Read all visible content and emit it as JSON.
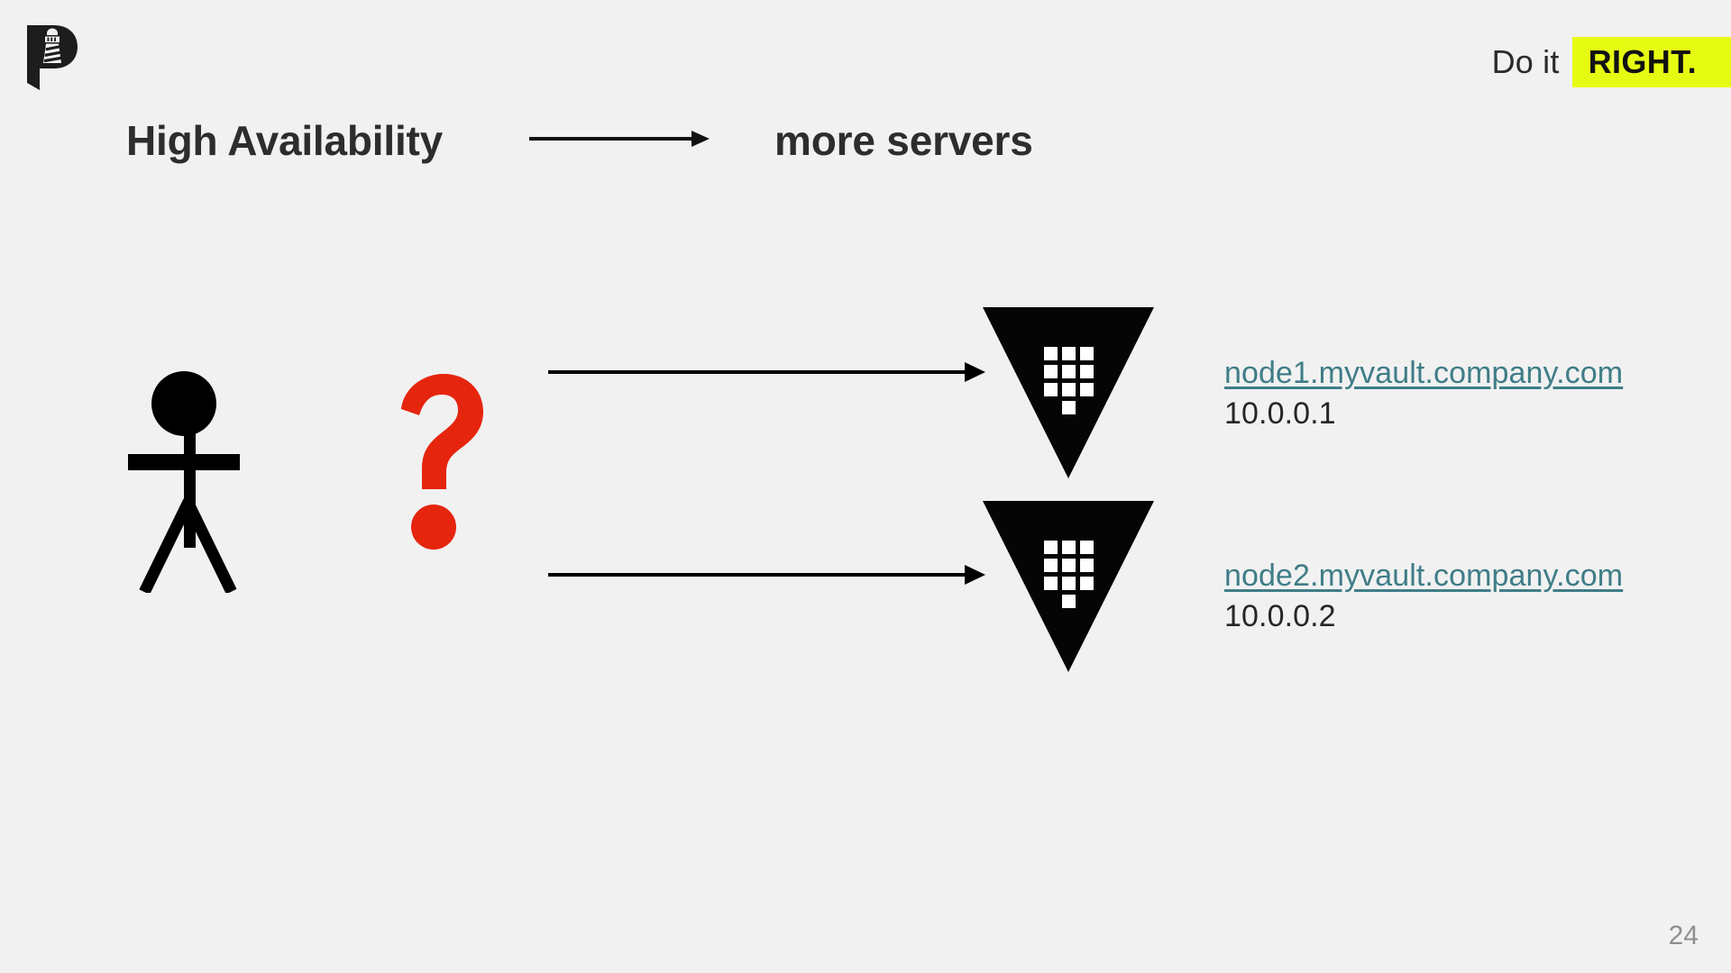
{
  "slide": {
    "page_number": "24",
    "background_color": "#f1f1f1"
  },
  "brand": {
    "logo_icon": "lighthouse-p-logo",
    "logo_color": "#1d1d1d"
  },
  "tagline": {
    "prefix": "Do it",
    "highlight": "RIGHT.",
    "highlight_bg": "#e6fb12",
    "highlight_color": "#111111"
  },
  "headline": {
    "left": "High Availability",
    "arrow_icon": "right-arrow-icon",
    "right": "more servers",
    "color": "#2d2d2d"
  },
  "diagram": {
    "client_icon": "stick-figure-icon",
    "question_icon": "question-mark-icon",
    "question_color": "#e6250f",
    "arrows": [
      {
        "name": "arrow-to-node1",
        "icon": "right-arrow-icon"
      },
      {
        "name": "arrow-to-node2",
        "icon": "right-arrow-icon"
      }
    ],
    "nodes": [
      {
        "icon": "vault-triangle-icon",
        "hostname": "node1.myvault.company.com",
        "ip": "10.0.0.1",
        "link_color": "#3f7d87"
      },
      {
        "icon": "vault-triangle-icon",
        "hostname": "node2.myvault.company.com",
        "ip": "10.0.0.2",
        "link_color": "#3f7d87"
      }
    ]
  }
}
